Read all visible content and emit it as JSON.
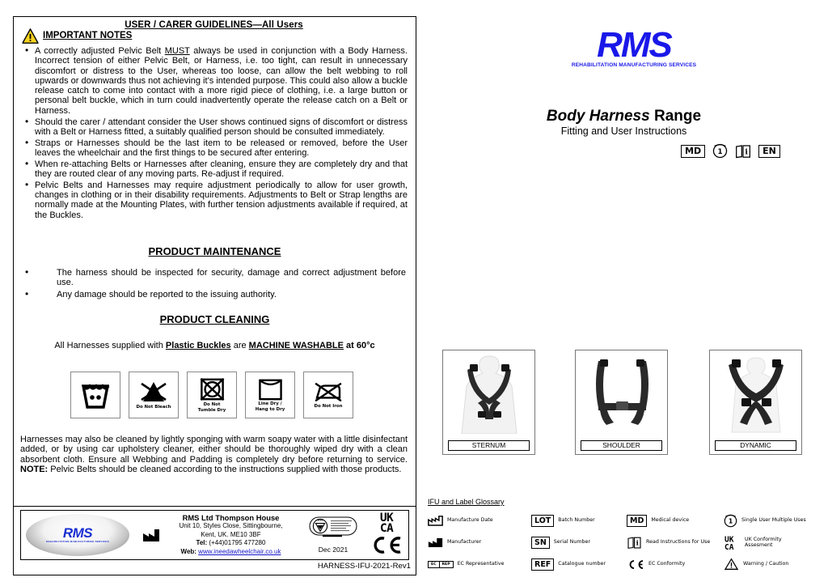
{
  "left_page": {
    "guidelines_title": "USER / CARER GUIDELINES—All Users",
    "important_notes_heading": "IMPORTANT NOTES",
    "warning_icon": "warning-triangle-icon",
    "notes": [
      "A correctly adjusted Pelvic Belt MUST always be used in conjunction with a Body Harness. Incorrect tension of either Pelvic Belt, or Harness, i.e. too tight, can result in unnecessary discomfort or distress to the User, whereas too loose, can allow the belt webbing to roll upwards or downwards thus not achieving it's intended purpose. This could also allow a buckle release catch to come into contact with a more rigid piece of clothing, i.e. a large button or personal belt buckle, which in turn could inadvertently operate the release catch on a Belt or Harness.",
      "Should the carer / attendant consider the User shows continued signs of discomfort or distress with a Belt or Harness fitted, a suitably qualified person should be consulted immediately.",
      "Straps or Harnesses should be the last item to be released or removed, before the User leaves the wheelchair and the first things to be secured after entering.",
      "When re-attaching Belts or Harnesses after cleaning, ensure they are completely dry and that they are routed clear of any moving parts. Re-adjust if required.",
      "Pelvic Belts and Harnesses may require adjustment periodically to allow for user growth, changes in clothing or in their disability requirements. Adjustments to Belt or Strap lengths are normally made at the Mounting Plates, with further tension adjustments available if required, at the Buckles."
    ],
    "maintenance_heading": "PRODUCT MAINTENANCE",
    "maintenance_items": [
      "The harness should be inspected for security, damage and correct adjustment before use.",
      "Any damage should be reported to the issuing authority."
    ],
    "cleaning_heading": "PRODUCT CLEANING",
    "cleaning_subtitle_parts": {
      "p1": "All Harnesses supplied with ",
      "p2": "Plastic  Buckles",
      "p3": " are ",
      "p4": "MACHINE WASHABLE",
      "p5": "  at  60°c"
    },
    "care_symbols": [
      {
        "icon": "wash-tub-60-icon",
        "label": ""
      },
      {
        "icon": "do-not-bleach-icon",
        "label": "Do Not Bleach"
      },
      {
        "icon": "do-not-tumble-dry-icon",
        "label": "Do Not\nTumble Dry"
      },
      {
        "icon": "line-dry-icon",
        "label": "Line Dry /\nHang to Dry"
      },
      {
        "icon": "do-not-iron-icon",
        "label": "Do Not Iron"
      }
    ],
    "cleaning_paragraph_parts": {
      "p1": "Harnesses may also be cleaned by lightly sponging with warm soapy water with a little disinfectant added, or by using car upholstery cleaner, either should be thoroughly wiped dry with a clean absorbent cloth. Ensure all Webbing and Padding is completely dry before returning to service. ",
      "note": "NOTE:",
      "p2": " Pelvic Belts should be cleaned according to the instructions supplied with those products."
    },
    "footer": {
      "logo_text": "RMS",
      "logo_subtext": "REHABILITATION MANUFACTURING SERVICES",
      "factory_icon": "factory-icon",
      "company_line1": "RMS Ltd Thompson House",
      "company_line2": "Unit 10, Styles Close, Sittingbourne,",
      "company_line3": "Kent, UK. ME10 3BF",
      "tel_label": "Tel:",
      "tel_value": " (+44)01795 477280",
      "web_label": "Web:",
      "web_value": "www.ineedawheelchair.co.uk",
      "kitemark_icon": "bsi-kitemark-icon",
      "date": "Dec 2021",
      "ukca_line1": "UK",
      "ukca_line2": "CA",
      "ce_mark": "CE",
      "revision_code": "HARNESS-IFU-2021-Rev1"
    }
  },
  "right_page": {
    "logo_text": "RMS",
    "logo_subtext": "REHABILITATION MANUFACTURING SERVICES",
    "logo_color": "#1a18e8",
    "title_italic": "Body Harness",
    "title_regular": " Range",
    "subtitle": "Fitting and User Instructions",
    "badges": [
      {
        "icon": "md-badge",
        "label": "MD"
      },
      {
        "icon": "single-user-multiple-uses-icon",
        "label": ""
      },
      {
        "icon": "read-instructions-icon",
        "label": ""
      },
      {
        "icon": "en-language-badge",
        "label": "EN"
      }
    ],
    "products": [
      {
        "caption": "STERNUM",
        "icon": "sternum-harness-photo"
      },
      {
        "caption": "SHOULDER",
        "icon": "shoulder-harness-photo"
      },
      {
        "caption": "DYNAMIC",
        "icon": "dynamic-harness-photo"
      }
    ],
    "glossary_title": "IFU and Label Glossary",
    "glossary": [
      [
        {
          "icon": "manufacture-date-icon",
          "label": "Manufacture Date"
        },
        {
          "icon": "manufacturer-icon",
          "label": "Manufacturer"
        },
        {
          "icon": "ec-rep-icon",
          "label": "EC Representative"
        }
      ],
      [
        {
          "icon": "lot-icon",
          "label": "Batch Number"
        },
        {
          "icon": "sn-icon",
          "label": "Serial Number"
        },
        {
          "icon": "ref-icon",
          "label": "Catalogue number"
        }
      ],
      [
        {
          "icon": "md-icon",
          "label": "Medical device"
        },
        {
          "icon": "read-instructions-icon",
          "label": "Read Instructions for Use"
        },
        {
          "icon": "ce-icon",
          "label": "EC Conformity"
        }
      ],
      [
        {
          "icon": "single-user-multiple-uses-icon",
          "label": "Single User Multiple Uses"
        },
        {
          "icon": "ukca-icon",
          "label": "UK Conformity\nAssesment"
        },
        {
          "icon": "warning-caution-icon",
          "label": "Warning / Caution"
        }
      ]
    ]
  }
}
